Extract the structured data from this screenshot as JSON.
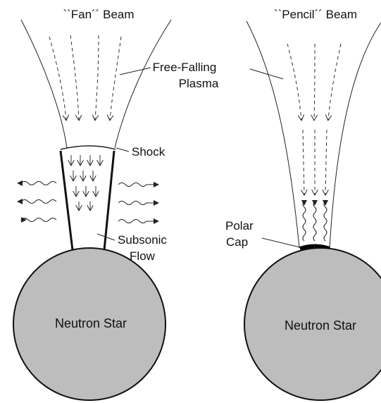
{
  "left_panel": {
    "title": "``Fan´´ Beam",
    "free_falling_line1": "Free-Falling",
    "free_falling_line2": "Plasma",
    "shock": "Shock",
    "subsonic_line1": "Subsonic",
    "subsonic_line2": "Flow",
    "star": "Neutron Star"
  },
  "right_panel": {
    "title": "``Pencil´´ Beam",
    "polar_line1": "Polar",
    "polar_line2": "Cap",
    "star": "Neutron Star"
  },
  "colors": {
    "star_fill": "#bdbdbd",
    "line": "#111111",
    "background": "#ffffff"
  }
}
